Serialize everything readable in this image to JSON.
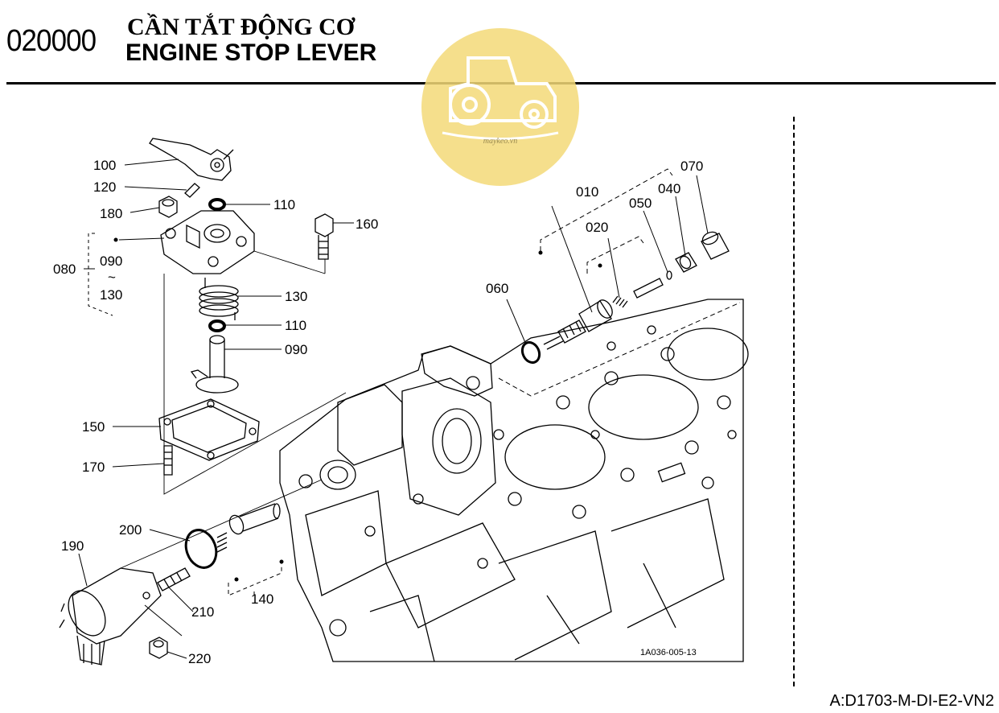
{
  "header": {
    "section_code": "020000",
    "title_vn": "CẦN TẮT ĐỘNG CƠ",
    "title_en": "ENGINE STOP LEVER"
  },
  "footer": {
    "model_code": "A:D1703-M-DI-E2-VN2"
  },
  "watermark": {
    "text": "maykeo.vn",
    "color": "#f3d978"
  },
  "diagram": {
    "drawing_number": "1A036-005-13",
    "callouts": {
      "c100": "100",
      "c120": "120",
      "c110a": "110",
      "c180": "180",
      "c160": "160",
      "c080": "080",
      "c090r": "090",
      "c130r": "130",
      "c130": "130",
      "c110b": "110",
      "c090": "090",
      "c150": "150",
      "c170": "170",
      "c200": "200",
      "c190": "190",
      "c210": "210",
      "c140": "140",
      "c220": "220",
      "c060": "060",
      "c010": "010",
      "c020": "020",
      "c050": "050",
      "c040": "040",
      "c070": "070",
      "range_mark": "~"
    }
  }
}
